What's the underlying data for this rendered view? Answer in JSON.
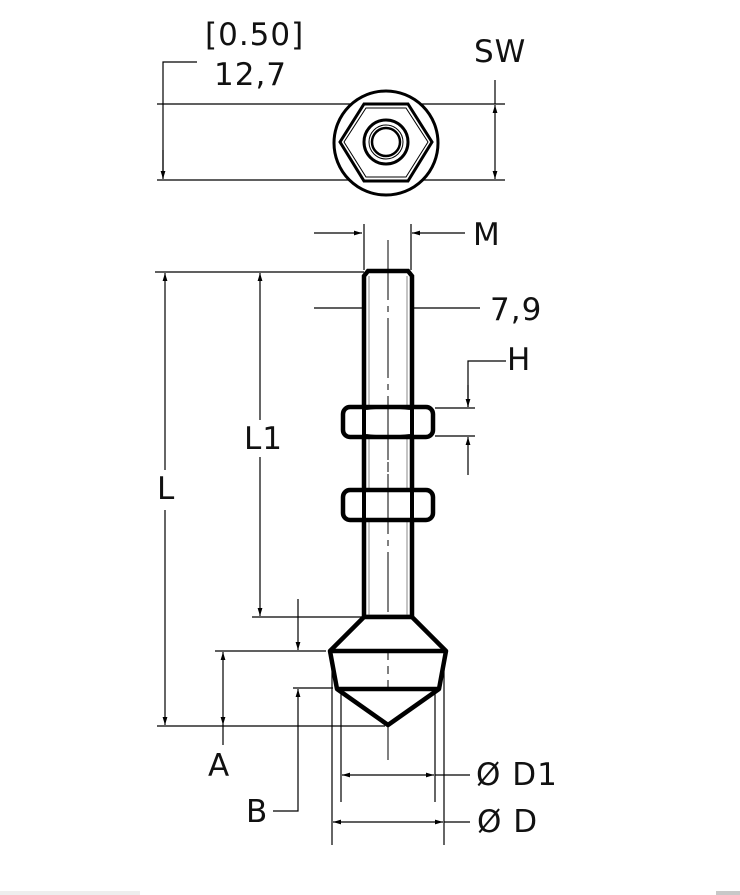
{
  "top_view": {
    "dimension_inch": "[0.50]",
    "dimension_mm": "12,7",
    "across_flats_label": "SW"
  },
  "side_view": {
    "thread_label": "M",
    "shaft_diameter_label": "7,9",
    "nut_height_label": "H",
    "overall_length_label": "L",
    "thread_length_label": "L1",
    "dim_a_label": "A",
    "dim_b_label": "B",
    "diameter_d1_label": "Ø D1",
    "diameter_d_label": "Ø D"
  },
  "colors": {
    "line": "#000000",
    "background": "#ffffff"
  }
}
